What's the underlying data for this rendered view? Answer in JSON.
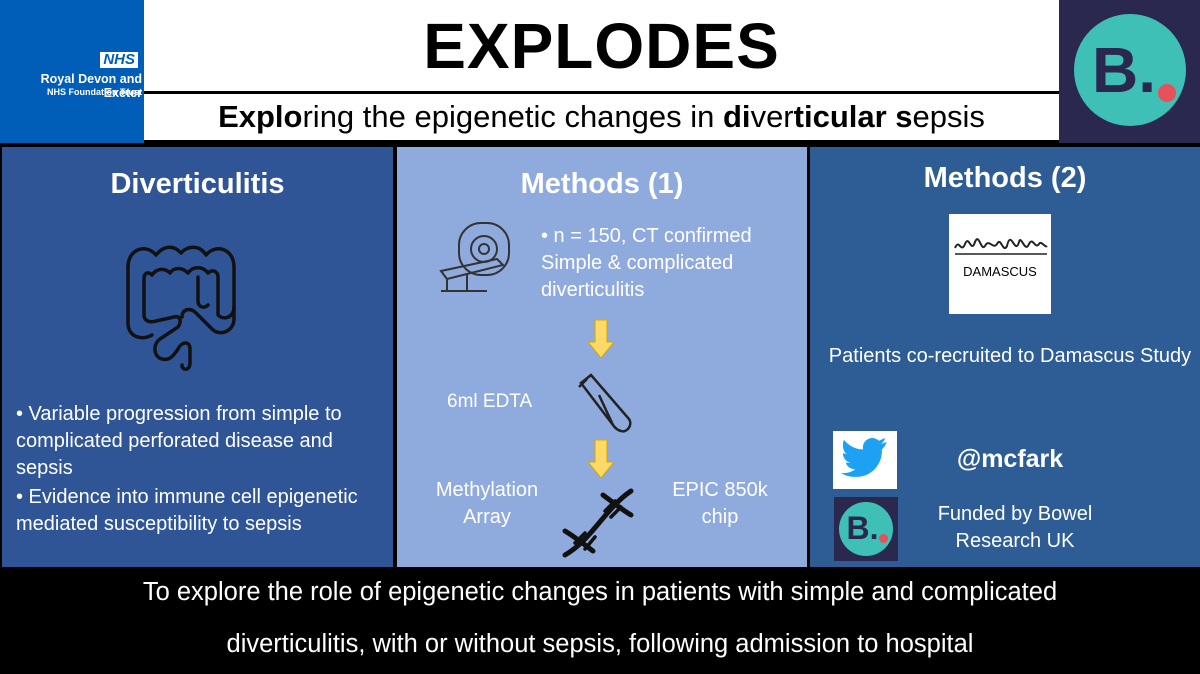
{
  "header": {
    "nhs_logo": "NHS",
    "nhs_trust": "Royal Devon and Exeter",
    "nhs_trust_sub": "NHS Foundation Trust",
    "title": "EXPLODES",
    "subtitle_parts": [
      "Explo",
      "ring the epigenetic changes in ",
      "di",
      "ver",
      "ticular ",
      "s",
      "epsis"
    ],
    "bru_logo_letter": "B.",
    "logo_colors": {
      "nhs_blue": "#005eb8",
      "bru_navy": "#2b2850",
      "bru_teal": "#3fc0b7",
      "bru_dot": "#e8505b"
    }
  },
  "left_panel": {
    "heading": "Diverticulitis",
    "icon": "intestine-icon",
    "bullet_1": "•   Variable progression from simple to complicated perforated disease and sepsis",
    "bullet_2": "•   Evidence into immune cell epigenetic mediated susceptibility to sepsis",
    "bg_color": "#2f5597"
  },
  "middle_panel": {
    "heading": "Methods (1)",
    "icon_scanner": "ct-scanner-icon",
    "bullet_1": "•    n = 150, CT confirmed Simple & complicated diverticulitis",
    "edta_label": "6ml EDTA",
    "icon_tube": "blood-tube-icon",
    "methylation_label": "Methylation Array",
    "icon_dna": "dna-icon",
    "epic_label": "EPIC 850k chip",
    "arrow_color": "#ffd966",
    "bg_color": "#8faadc"
  },
  "right_panel": {
    "heading": "Methods (2)",
    "damascus_logo_text": "DAMASCUS",
    "co_recruited": "Patients co-recruited to Damascus Study",
    "icon_twitter": "twitter-icon",
    "twitter_handle": "@mcfark",
    "funded_by": "Funded by Bowel Research UK",
    "bru_small_letter": "B.",
    "bg_color": "#2e5c94"
  },
  "footer": {
    "line_1": "To explore the role of epigenetic changes in patients with simple and complicated",
    "line_2": "diverticulitis, with or without sepsis, following admission to hospital"
  }
}
